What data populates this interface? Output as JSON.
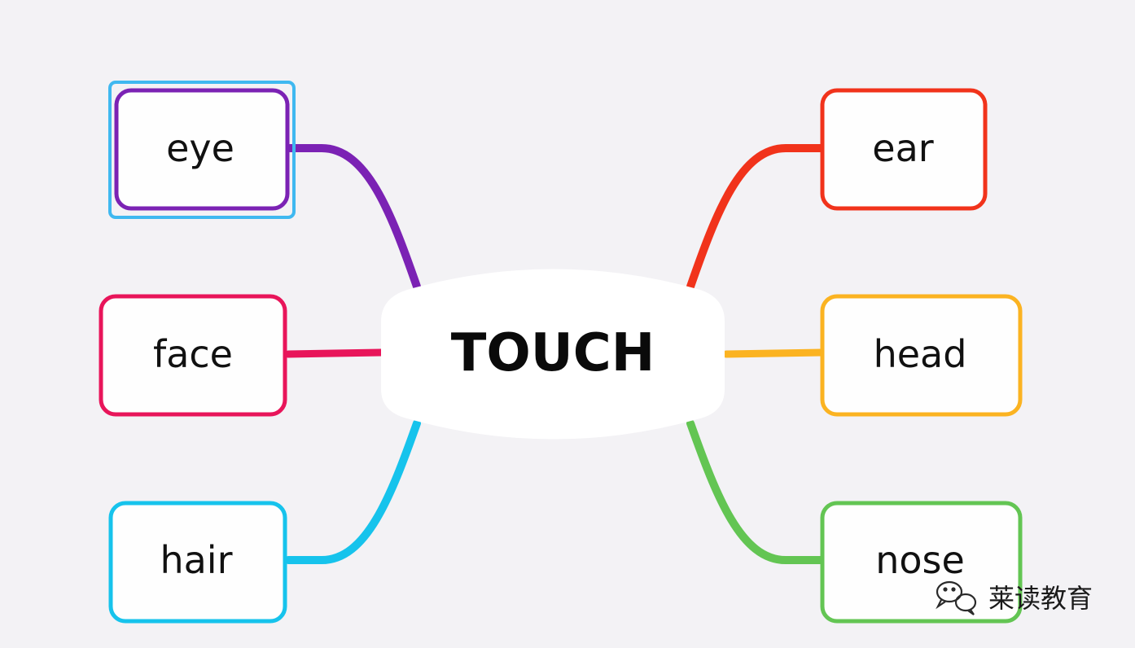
{
  "center": {
    "label": "TOUCH"
  },
  "branches": [
    {
      "id": "eye",
      "label": "eye",
      "side": "left",
      "color": "#7b22b4",
      "selected": true,
      "selection_color": "#3fb8f0"
    },
    {
      "id": "face",
      "label": "face",
      "side": "left",
      "color": "#e8155a"
    },
    {
      "id": "hair",
      "label": "hair",
      "side": "left",
      "color": "#16c3ec"
    },
    {
      "id": "ear",
      "label": "ear",
      "side": "right",
      "color": "#f1331b"
    },
    {
      "id": "head",
      "label": "head",
      "side": "right",
      "color": "#fbb321"
    },
    {
      "id": "nose",
      "label": "nose",
      "side": "right",
      "color": "#63c553"
    }
  ],
  "watermark": {
    "text": "莱读教育",
    "icon": "wechat-icon"
  },
  "colors": {
    "background": "#f3f2f5",
    "node_fill": "#fefefe",
    "center_fill": "#ffffff"
  }
}
